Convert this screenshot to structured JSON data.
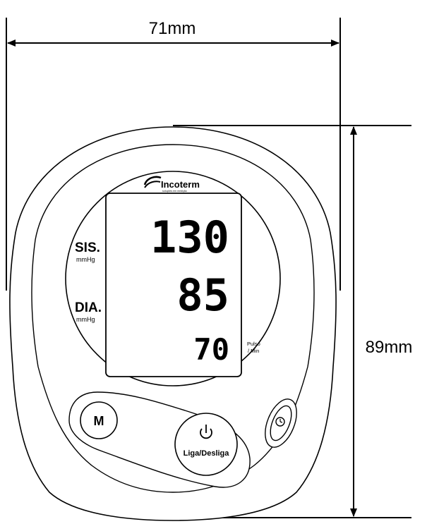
{
  "dimensions": {
    "width_label": "71mm",
    "height_label": "89mm"
  },
  "brand": {
    "name": "Incoterm",
    "tagline": "soluções em medição"
  },
  "display": {
    "sys_label": "SIS.",
    "sys_unit": "mmHg",
    "dia_label": "DIA.",
    "dia_unit": "mmHg",
    "systolic": "130",
    "diastolic": "85",
    "pulse": "70",
    "pulse_label_1": "Pulso",
    "pulse_label_2": "/ Min"
  },
  "buttons": {
    "memory_label": "M",
    "power_label": "Liga/Desliga"
  },
  "icons": {
    "power": "power-icon",
    "clock": "clock-icon"
  }
}
